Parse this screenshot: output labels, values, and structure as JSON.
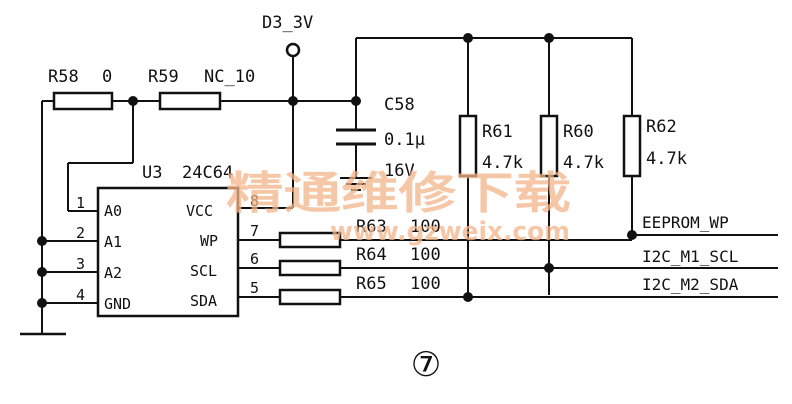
{
  "power_label": "D3_3V",
  "resistors": {
    "r58": {
      "ref": "R58",
      "value": "0"
    },
    "r59": {
      "ref": "R59",
      "value": "NC_10"
    },
    "r61": {
      "ref": "R61",
      "value": "4.7k"
    },
    "r60": {
      "ref": "R60",
      "value": "4.7k"
    },
    "r62": {
      "ref": "R62",
      "value": "4.7k"
    },
    "r63": {
      "ref": "R63",
      "value": "100"
    },
    "r64": {
      "ref": "R64",
      "value": "100"
    },
    "r65": {
      "ref": "R65",
      "value": "100"
    }
  },
  "capacitor": {
    "ref": "C58",
    "value": "0.1μ",
    "voltage": "16V"
  },
  "ic": {
    "ref": "U3",
    "part": "24C64",
    "left_pins": [
      {
        "num": "1",
        "name": "A0"
      },
      {
        "num": "2",
        "name": "A1"
      },
      {
        "num": "3",
        "name": "A2"
      },
      {
        "num": "4",
        "name": "GND"
      }
    ],
    "right_pins": [
      {
        "num": "8",
        "name": "VCC"
      },
      {
        "num": "7",
        "name": "WP"
      },
      {
        "num": "6",
        "name": "SCL"
      },
      {
        "num": "5",
        "name": "SDA"
      }
    ]
  },
  "nets": {
    "wp": "EEPROM_WP",
    "scl": "I2C_M1_SCL",
    "sda": "I2C_M2_SDA"
  },
  "watermark": {
    "cn": "精通维修下载",
    "url": "www.gzweix.com"
  },
  "figure_number": "⑦"
}
